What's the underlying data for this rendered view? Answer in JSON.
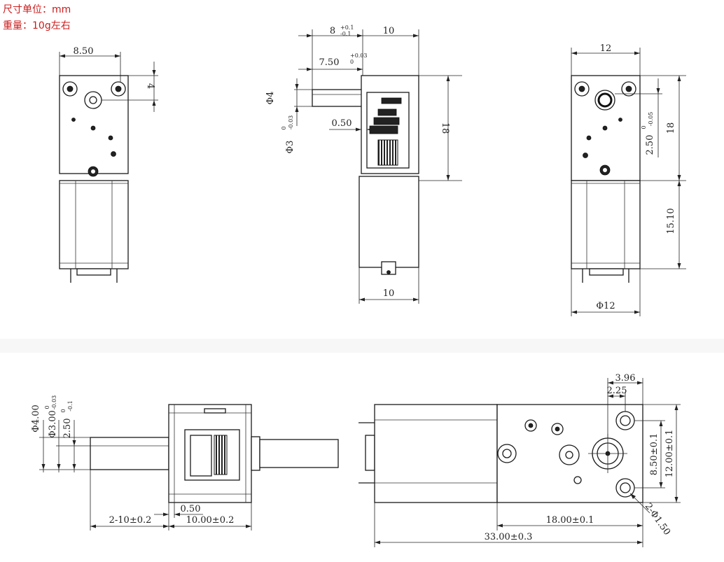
{
  "notes": {
    "unit": "尺寸单位：mm",
    "weight": "重量：10g左右"
  },
  "front_view": {
    "width": "8.50",
    "hole_offset": "4"
  },
  "side_view": {
    "shaft_len": "8",
    "shaft_len_tol_plus": "+0.1",
    "shaft_len_tol_minus": "-0.1",
    "gearbox_width": "10",
    "flat_len": "7.50",
    "flat_len_tol_plus": "+0.03",
    "flat_len_tol_minus": "0",
    "shaft_dia": "Φ4",
    "flat_dia": "Φ3",
    "flat_dia_tol_plus": "0",
    "flat_dia_tol_minus": "-0.03",
    "gap": "0.50",
    "height": "18",
    "motor_width": "10"
  },
  "back_view": {
    "width": "12",
    "flat_offset": "2.50",
    "flat_offset_tol_plus": "0",
    "flat_offset_tol_minus": "-0.05",
    "gearbox_height": "18",
    "motor_length": "15.10",
    "motor_dia": "Φ12"
  },
  "bottom_left": {
    "shaft_dia": "Φ4.00",
    "flat_dia": "Φ3.00",
    "flat_dia_tol_plus": "0",
    "flat_dia_tol_minus": "-0.03",
    "flat_depth": "2.50",
    "flat_depth_tol_plus": "0",
    "flat_depth_tol_minus": "-0.1",
    "gap": "0.50",
    "shaft_length": "2-10±0.2",
    "gearbox_length": "10.00±0.2"
  },
  "bottom_right": {
    "offset_a": "3.96",
    "offset_b": "2.25",
    "hole_spacing": "8.50±0.1",
    "plate_height": "12.00±0.1",
    "mount_holes": "2-Φ1.50",
    "gearbox_length": "18.00±0.1",
    "total_length": "33.00±0.3"
  }
}
